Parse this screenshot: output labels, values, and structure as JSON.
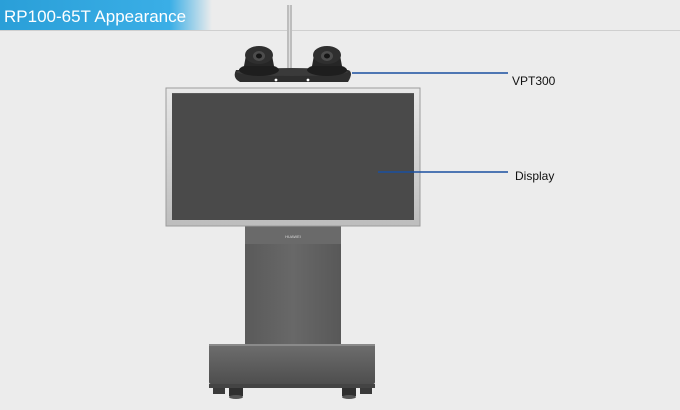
{
  "header": {
    "title": "RP100-65T Appearance"
  },
  "callouts": {
    "camera": {
      "label": "VPT300"
    },
    "display": {
      "label": "Display"
    }
  },
  "brand": {
    "logo_text": "HUAWEI"
  },
  "colors": {
    "title_bar": "#2a9fd8",
    "callout_line": "#1a4fa0",
    "background": "#ececec",
    "screen": "#4a4a4a",
    "stand": "#5e5e5e"
  }
}
